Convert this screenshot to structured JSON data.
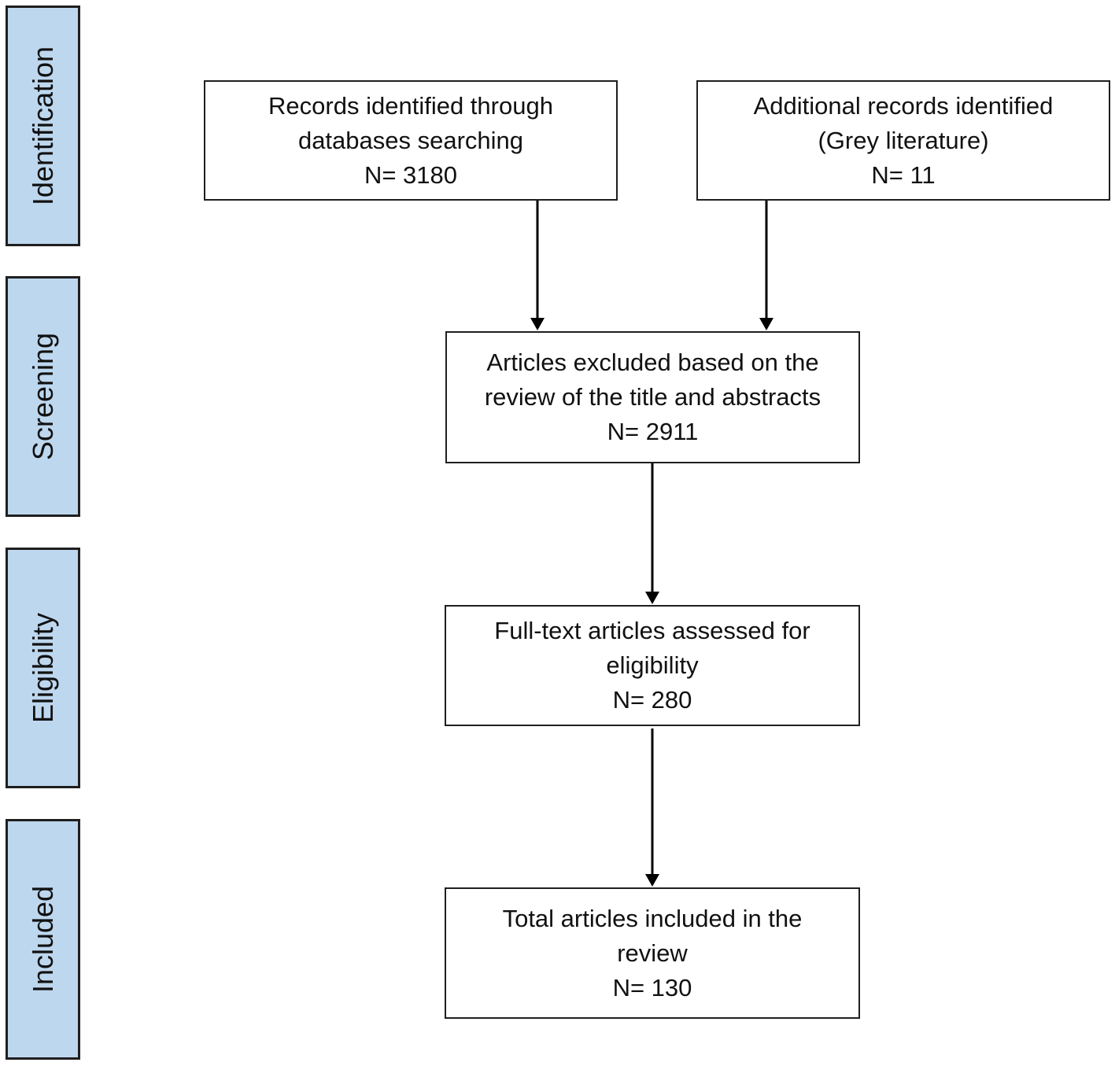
{
  "stages": {
    "identification": "Identification",
    "screening": "Screening",
    "eligibility": "Eligibility",
    "included": "Included"
  },
  "boxes": {
    "records_databases": {
      "line1": "Records identified through",
      "line2": "databases searching",
      "count": "N= 3180"
    },
    "additional_records": {
      "line1": "Additional records identified",
      "line2": "(Grey literature)",
      "count": "N= 11"
    },
    "excluded_title_abstract": {
      "line1": "Articles excluded based on the",
      "line2": "review of the title and abstracts",
      "count": "N= 2911"
    },
    "fulltext_assessed": {
      "line1": "Full-text articles assessed for",
      "line2": "eligibility",
      "count": "N= 280"
    },
    "total_included": {
      "line1": "Total articles included in the",
      "line2": "review",
      "count": "N= 130"
    }
  },
  "colors": {
    "stage_fill": "#bdd7ee",
    "border": "#1f1f1f",
    "arrow": "#000000"
  }
}
